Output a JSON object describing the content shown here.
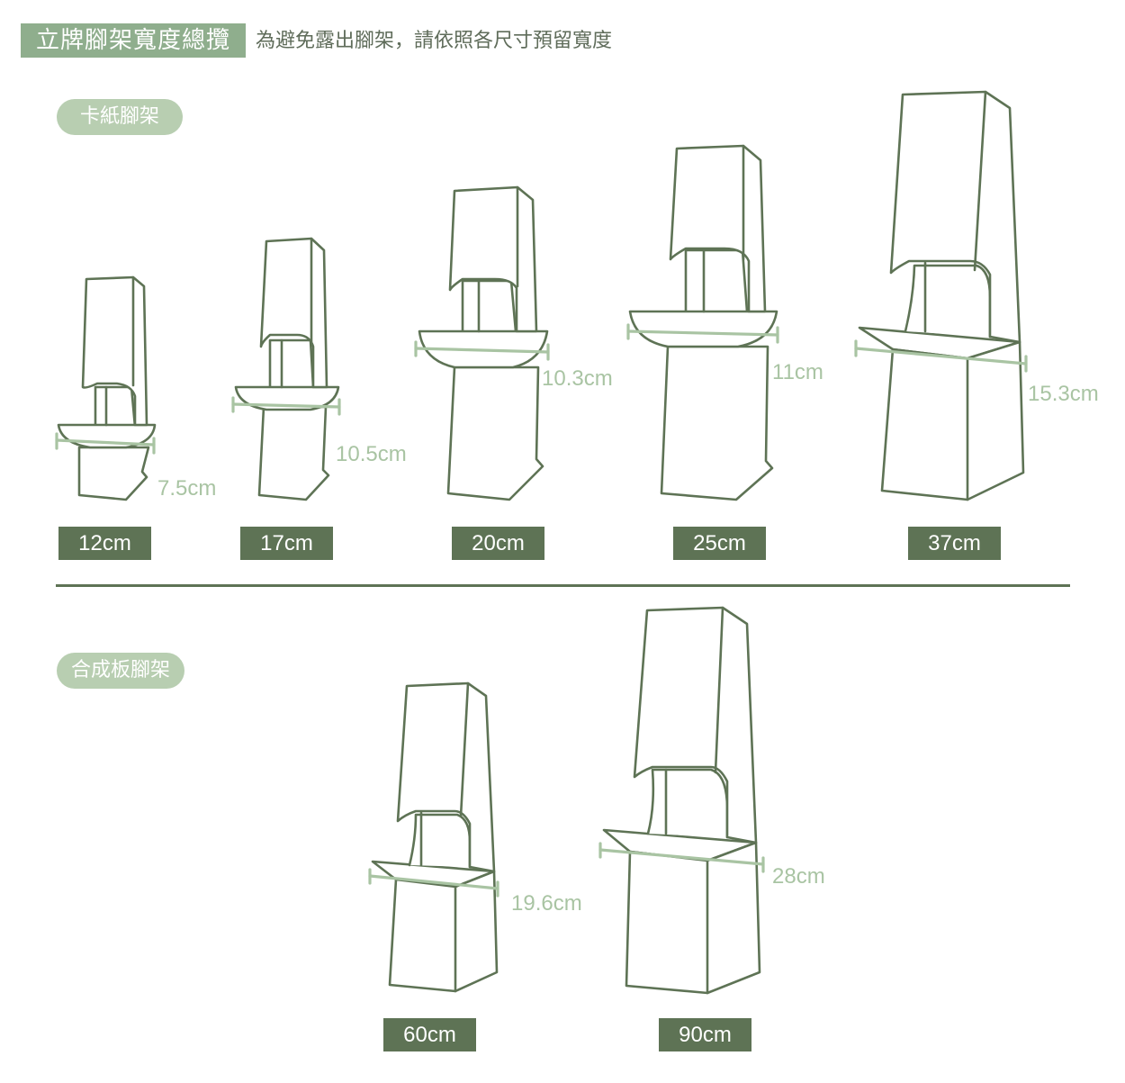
{
  "header": {
    "title": "立牌腳架寬度總攬",
    "subtitle": "為避免露出腳架，請依照各尺寸預留寬度"
  },
  "sections": [
    {
      "label": "卡紙腳架"
    },
    {
      "label": "合成板腳架"
    }
  ],
  "stands": [
    {
      "size": "12cm",
      "width": "7.5cm",
      "material": "card"
    },
    {
      "size": "17cm",
      "width": "10.5cm",
      "material": "card"
    },
    {
      "size": "20cm",
      "width": "10.3cm",
      "material": "card"
    },
    {
      "size": "25cm",
      "width": "11cm",
      "material": "card"
    },
    {
      "size": "37cm",
      "width": "15.3cm",
      "material": "card"
    },
    {
      "size": "60cm",
      "width": "19.6cm",
      "material": "board"
    },
    {
      "size": "90cm",
      "width": "28cm",
      "material": "board"
    }
  ],
  "colors": {
    "dark_green": "#5e7355",
    "title_green": "#8fae8d",
    "pill_green": "#b8ceb1",
    "measure_green": "#a9c4a3"
  }
}
